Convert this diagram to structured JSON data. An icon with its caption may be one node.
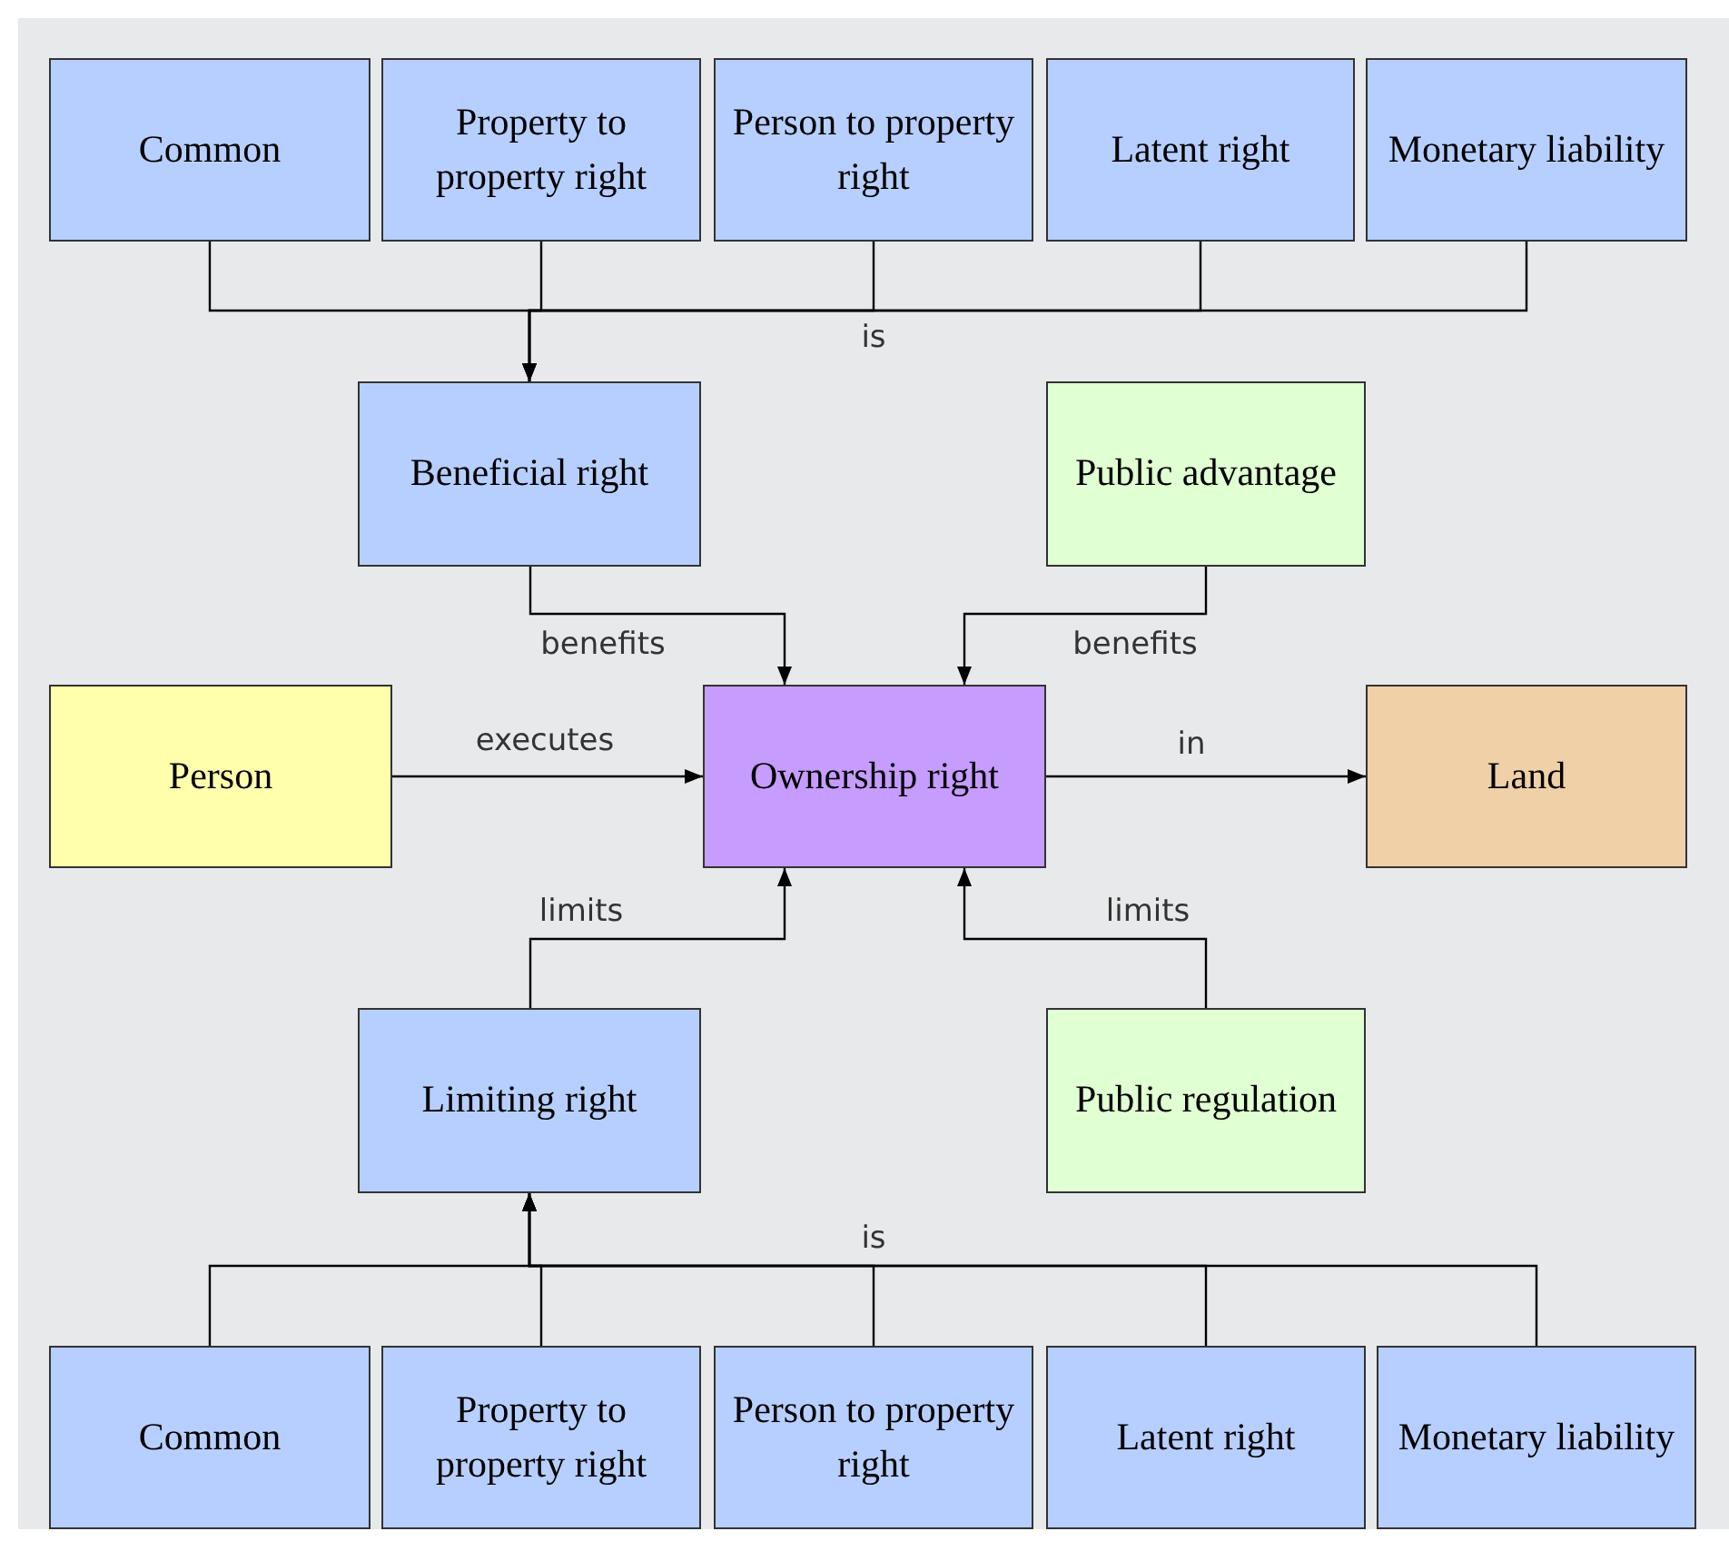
{
  "diagram": {
    "nodes": [
      {
        "text": [
          "Common"
        ]
      },
      {
        "text": [
          "Property to property right"
        ]
      },
      {
        "text": [
          "Person to property right"
        ]
      },
      {
        "text": [
          "Latent right"
        ]
      },
      {
        "text": [
          "Monetary liability"
        ]
      },
      {
        "text": [
          "Beneficial right"
        ]
      },
      {
        "text": [
          "Public advantage"
        ]
      },
      {
        "text": [
          "Person"
        ]
      },
      {
        "text": [
          "Ownership right"
        ]
      },
      {
        "text": [
          "Land"
        ]
      },
      {
        "text": [
          "Limiting right"
        ]
      },
      {
        "text": [
          "Public regulation"
        ]
      },
      {
        "text": [
          "Common"
        ]
      },
      {
        "text": [
          "Property to property right"
        ]
      },
      {
        "text": [
          "Person to property right"
        ]
      },
      {
        "text": [
          "Latent right"
        ]
      },
      {
        "text": [
          "Monetary liability"
        ]
      }
    ],
    "edges": [
      {
        "from": 0,
        "to": 5,
        "arrow": "to"
      },
      {
        "from": 1,
        "to": 5,
        "arrow": "to"
      },
      {
        "from": 2,
        "to": 5,
        "arrow": "to",
        "label": "is"
      },
      {
        "from": 3,
        "to": 5,
        "arrow": "to"
      },
      {
        "from": 4,
        "to": 5,
        "arrow": "to"
      },
      {
        "from": 5,
        "to": 8,
        "arrow": "to",
        "label": "benefits"
      },
      {
        "from": 6,
        "to": 8,
        "arrow": "to",
        "label": "benefits"
      },
      {
        "from": 7,
        "to": 8,
        "arrow": "to",
        "label": "executes"
      },
      {
        "from": 8,
        "to": 9,
        "arrow": "to",
        "label": "in"
      },
      {
        "from": 10,
        "to": 8,
        "arrow": "to",
        "label": "limits"
      },
      {
        "from": 11,
        "to": 8,
        "arrow": "to",
        "label": "limits"
      },
      {
        "from": 12,
        "to": 10,
        "arrow": "to"
      },
      {
        "from": 13,
        "to": 10,
        "arrow": "to"
      },
      {
        "from": 14,
        "to": 10,
        "arrow": "to",
        "label": "is"
      },
      {
        "from": 15,
        "to": 10,
        "arrow": "to"
      },
      {
        "from": 16,
        "to": 10,
        "arrow": "to"
      }
    ]
  }
}
